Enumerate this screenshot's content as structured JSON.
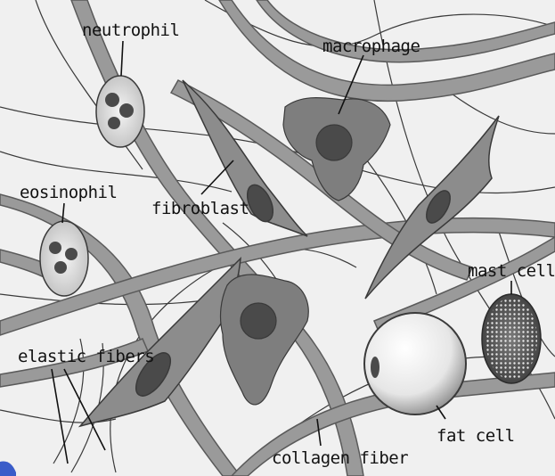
{
  "figure": {
    "labels": {
      "neutrophil": "neutrophil",
      "macrophage": "macrophage",
      "eosinophil": "eosinophil",
      "fibroblast": "fibroblast",
      "mast_cell": "mast cell",
      "elastic_fibers": "elastic fibers",
      "fat_cell": "fat cell",
      "collagen_fiber": "collagen fiber"
    },
    "colors": {
      "background": "#f0f0f0",
      "fiber_fill": "#9a9a9a",
      "fiber_stroke": "#5a5a5a",
      "cell_fill": "#8c8c8c",
      "nucleus": "#4a4a4a",
      "elastic_line": "#3a3a3a"
    }
  }
}
